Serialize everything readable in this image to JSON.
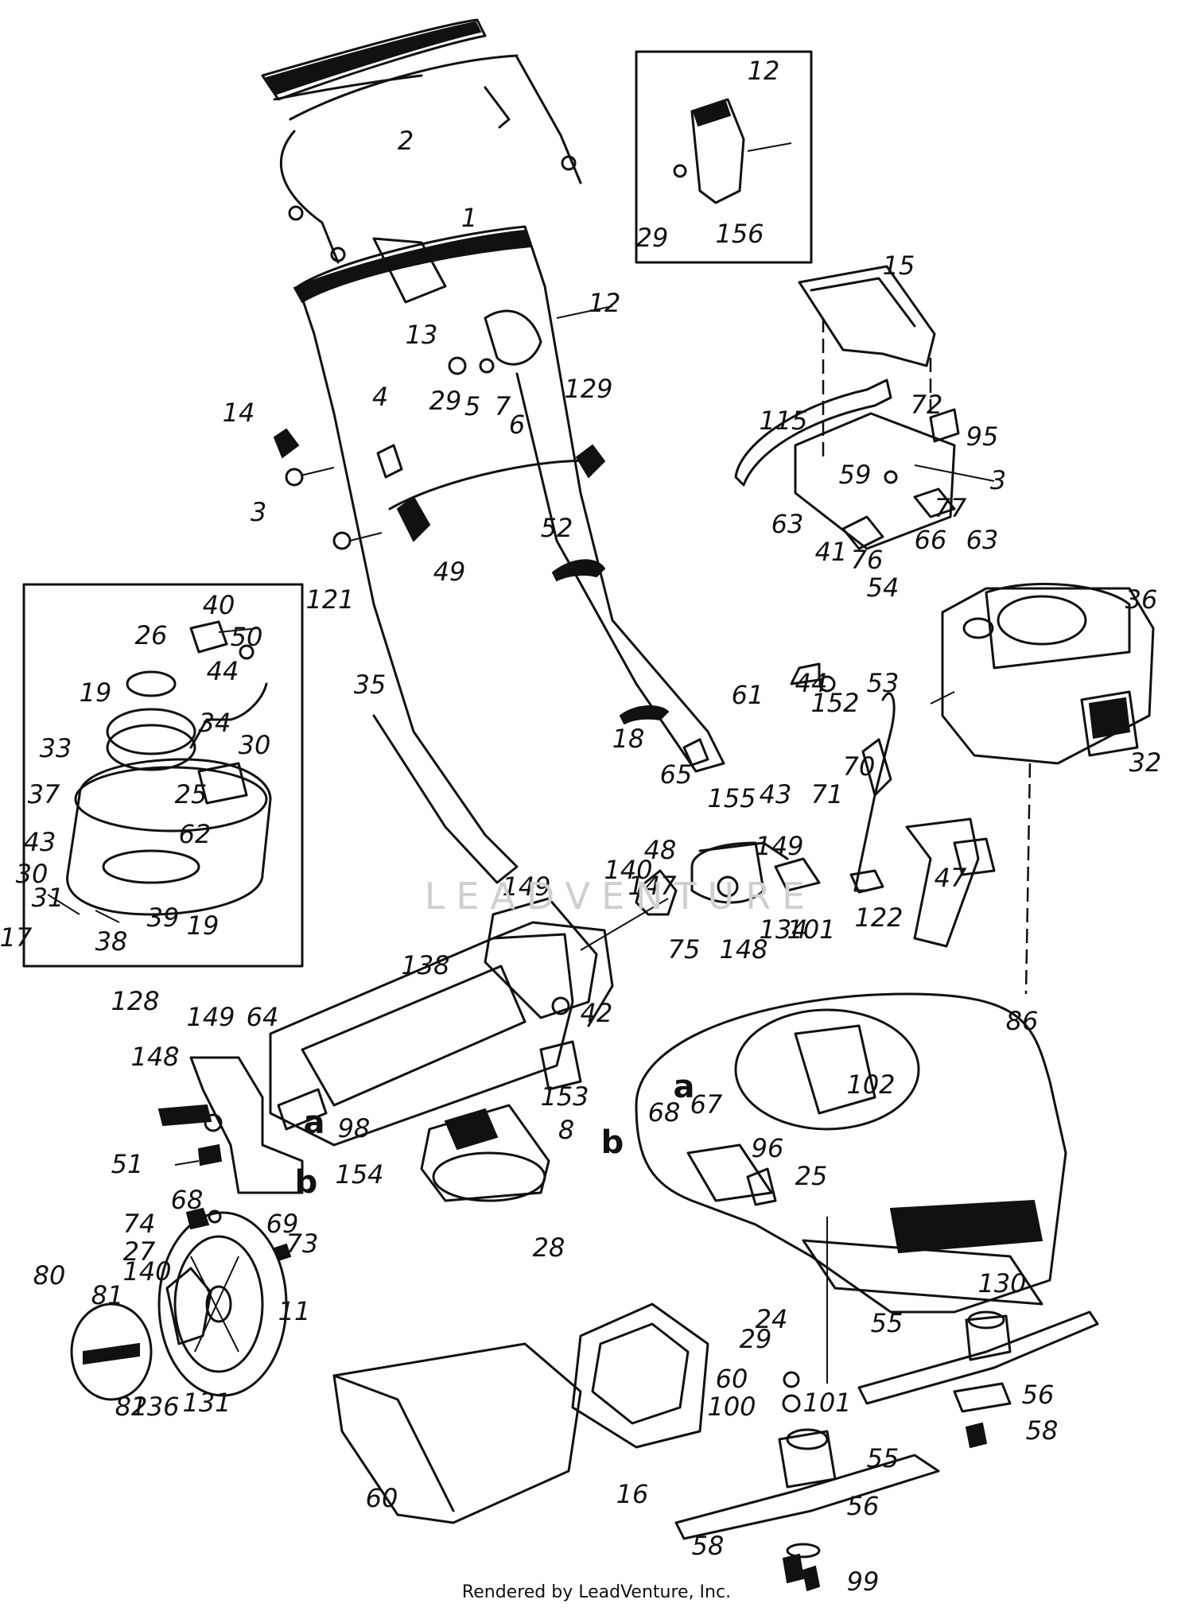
{
  "credit": "Rendered by LeadVenture, Inc.",
  "watermark": "LEADVENTURE",
  "callouts": [
    "2",
    "1",
    "12",
    "13",
    "29",
    "5",
    "7",
    "6",
    "129",
    "14",
    "4",
    "3",
    "121",
    "49",
    "52",
    "35",
    "18",
    "12",
    "29",
    "156",
    "15",
    "115",
    "72",
    "95",
    "3",
    "59",
    "77",
    "63",
    "66",
    "63",
    "41",
    "76",
    "36",
    "54",
    "53",
    "32",
    "40",
    "26",
    "50",
    "19",
    "44",
    "30",
    "33",
    "34",
    "37",
    "25",
    "43",
    "62",
    "30",
    "31",
    "39",
    "19",
    "38",
    "44",
    "152",
    "61",
    "70",
    "71",
    "65",
    "47",
    "155",
    "43",
    "149",
    "140",
    "147",
    "48",
    "149",
    "134",
    "101",
    "122",
    "75",
    "148",
    "138",
    "42",
    "128",
    "149",
    "64",
    "148",
    "98",
    "153",
    "154",
    "51",
    "68",
    "74",
    "69",
    "73",
    "86",
    "102",
    "68",
    "67",
    "8",
    "96",
    "25",
    "28",
    "24",
    "29",
    "140",
    "27",
    "81",
    "80",
    "11",
    "82",
    "136",
    "131",
    "130",
    "55",
    "56",
    "58",
    "60",
    "100",
    "101",
    "55",
    "56",
    "58",
    "99",
    "60",
    "16",
    "17"
  ],
  "letters": [
    "a",
    "b",
    "a",
    "b"
  ]
}
